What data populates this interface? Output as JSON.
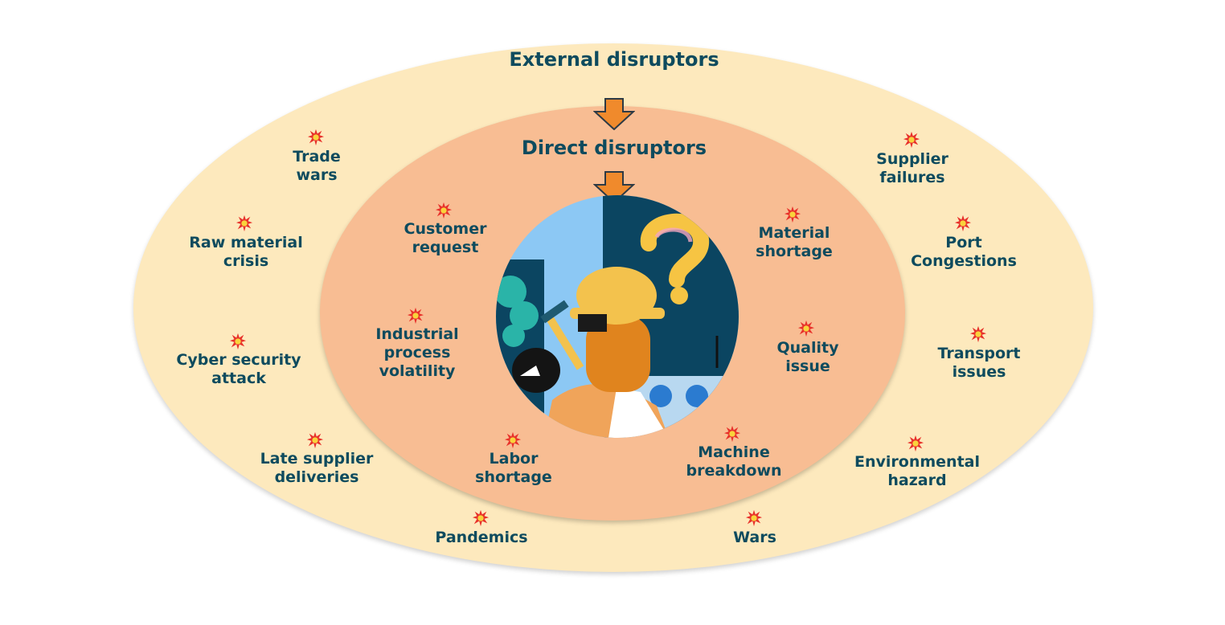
{
  "outer_title": "External disruptors",
  "inner_title": "Direct disruptors",
  "external": {
    "trade_wars": [
      "Trade",
      "wars"
    ],
    "raw_material": [
      "Raw material",
      "crisis"
    ],
    "cyber": [
      "Cyber security",
      "attack"
    ],
    "late_supplier": [
      "Late supplier",
      "deliveries"
    ],
    "pandemics": [
      "Pandemics"
    ],
    "wars": [
      "Wars"
    ],
    "environmental": [
      "Environmental",
      "hazard"
    ],
    "transport": [
      "Transport",
      "issues"
    ],
    "port": [
      "Port",
      "Congestions"
    ],
    "supplier_failures": [
      "Supplier",
      "failures"
    ]
  },
  "direct": {
    "customer_request": [
      "Customer",
      "request"
    ],
    "industrial": [
      "Industrial",
      "process",
      "volatility"
    ],
    "labor": [
      "Labor",
      "shortage"
    ],
    "machine": [
      "Machine",
      "breakdown"
    ],
    "quality": [
      "Quality",
      "issue"
    ],
    "material": [
      "Material",
      "shortage"
    ]
  },
  "colors": {
    "outer_fill": "#fde9bd",
    "inner_fill": "#f8bd93",
    "text": "#0e4b5e",
    "arrow": "#f08a2c"
  },
  "icons": {
    "burst": "explosion-icon",
    "arrow": "arrow-down-icon",
    "illustration": "worker-question-illustration"
  }
}
